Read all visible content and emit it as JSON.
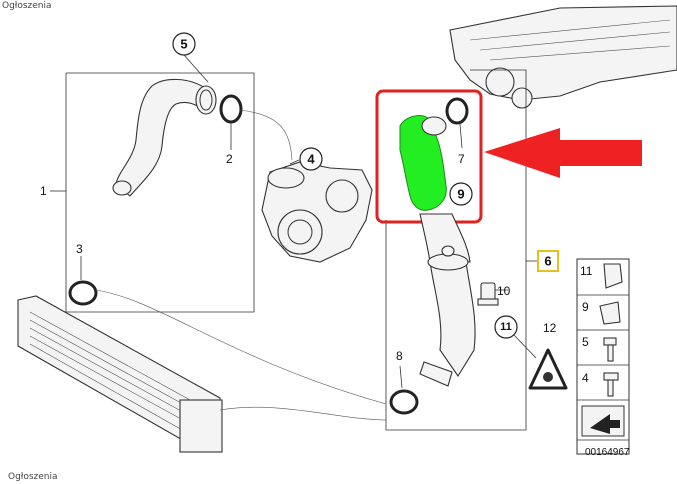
{
  "ads": {
    "top": "Ogłoszenia",
    "bottom": "Ogłoszenia"
  },
  "callouts": {
    "c1": "1",
    "c2": "2",
    "c3": "3",
    "c4": "4",
    "c5": "5",
    "c6": "6",
    "c7": "7",
    "c8": "8",
    "c9": "9",
    "c10": "10",
    "c11": "11",
    "c12": "12"
  },
  "legend": {
    "items": [
      "11",
      "9",
      "5",
      "4"
    ]
  },
  "diagram_number": "00164967",
  "highlight": {
    "color": "#22ee22",
    "box_color": "#dd2222",
    "arrow_color": "#ee2222",
    "group_box_color": "#e8c020"
  }
}
